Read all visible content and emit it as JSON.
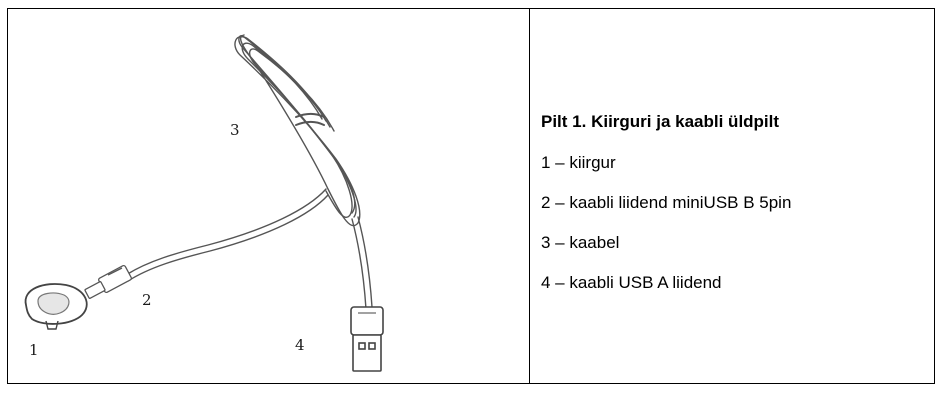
{
  "figure": {
    "callouts": [
      "1",
      "2",
      "3",
      "4"
    ],
    "caption_title": "Pilt 1.  Kiirguri ja kaabli üldpilt",
    "legend": [
      "1 – kiirgur",
      "2 – kaabli liidend miniUSB B 5pin",
      "3 – kaabel",
      "4 – kaabli USB A liidend"
    ]
  },
  "colors": {
    "border": "#000000",
    "illustration_line": "#555555"
  },
  "icons": [
    "ir-emitter-icon",
    "mini-usb-connector-icon",
    "cable-icon",
    "usb-a-connector-icon"
  ]
}
